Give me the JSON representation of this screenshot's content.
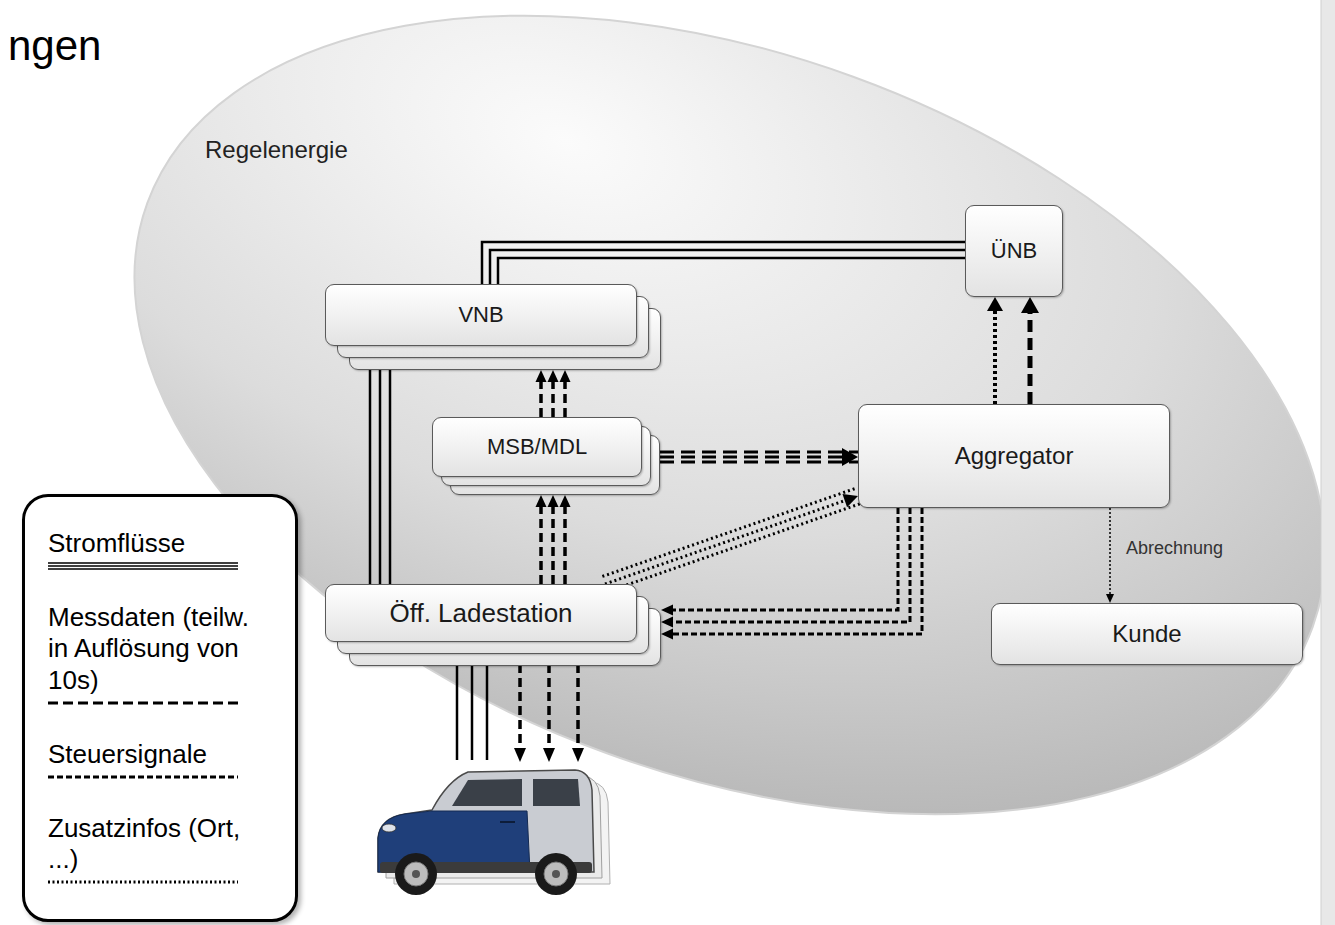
{
  "diagram": {
    "title": "ngen",
    "nodes": [
      {
        "text": [
          "Regelenergie"
        ]
      },
      {
        "text": [
          "ÜNB"
        ],
        "in": 0
      },
      {
        "text": [
          "VNB"
        ],
        "in": 0
      },
      {
        "text": [
          "MSB/MDL"
        ],
        "in": 0
      },
      {
        "text": [
          "Aggregator"
        ],
        "in": 0
      },
      {
        "text": [
          "Öff. Ladestation"
        ],
        "in": 0
      },
      {
        "text": [
          "Kunde"
        ],
        "in": 0
      }
    ],
    "edges": [
      {
        "from": 2,
        "to": 1,
        "arrow": "none"
      },
      {
        "from": 5,
        "to": 2,
        "arrow": "none"
      },
      {
        "from": 5,
        "to": 3,
        "arrow": "to"
      },
      {
        "from": 3,
        "to": 2,
        "arrow": "to"
      },
      {
        "from": 3,
        "to": 4,
        "arrow": "to"
      },
      {
        "from": 5,
        "to": 4,
        "arrow": "to"
      },
      {
        "from": 4,
        "to": 1,
        "arrow": "to"
      },
      {
        "from": 4,
        "to": 1,
        "arrow": "to"
      },
      {
        "from": 4,
        "to": 5,
        "arrow": "to"
      },
      {
        "from": 4,
        "to": 6,
        "label": "Abrechnung",
        "arrow": "to"
      }
    ],
    "legend": [
      {
        "text": "Stromflüsse"
      },
      {
        "text": "Messdaten (teilw. in Auflösung von 10s)"
      },
      {
        "text": "Steuersignale"
      },
      {
        "text": "Zusatzinfos (Ort, ...)"
      }
    ]
  }
}
